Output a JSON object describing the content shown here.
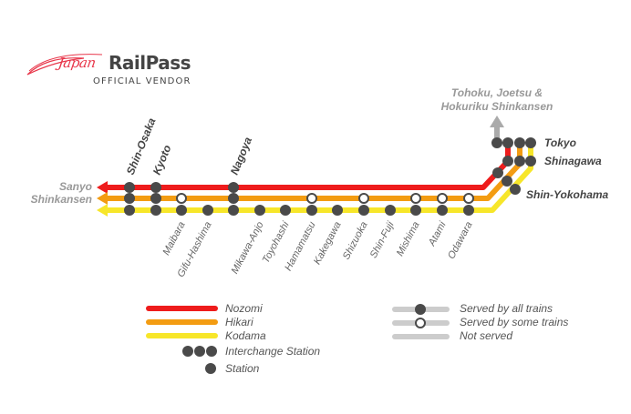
{
  "brand": {
    "japan": "Japan",
    "railpass": "RailPass",
    "vendor": "OFFICIAL VENDOR"
  },
  "colors": {
    "nozomi": "#ee1c1c",
    "hikari": "#f39c12",
    "kodama": "#f7e62a",
    "station": "#4a4a4a",
    "grey": "#cccccc",
    "text": "#444444"
  },
  "map": {
    "west_label": [
      "Sanyo",
      "Shinkansen"
    ],
    "north_label": [
      "Tohoku, Joetsu &",
      "Hokuriku Shinkansen"
    ],
    "major_stations": [
      "Shin-Osaka",
      "Kyoto",
      "Nagoya",
      "Tokyo",
      "Shinagawa",
      "Shin-Yokohama"
    ],
    "minor_stations": [
      "Maibara",
      "Gifu-Hashima",
      "Mikawa-Anjo",
      "Toyohashi",
      "Hamamatsu",
      "Kakegawa",
      "Shizuoka",
      "Shin-Fuji",
      "Mishima",
      "Atami",
      "Odawara"
    ]
  },
  "legend": {
    "nozomi": "Nozomi",
    "hikari": "Hikari",
    "kodama": "Kodama",
    "interchange": "Interchange Station",
    "station": "Station",
    "served_all": "Served by all trains",
    "served_some": "Served by some trains",
    "not_served": "Not served"
  }
}
